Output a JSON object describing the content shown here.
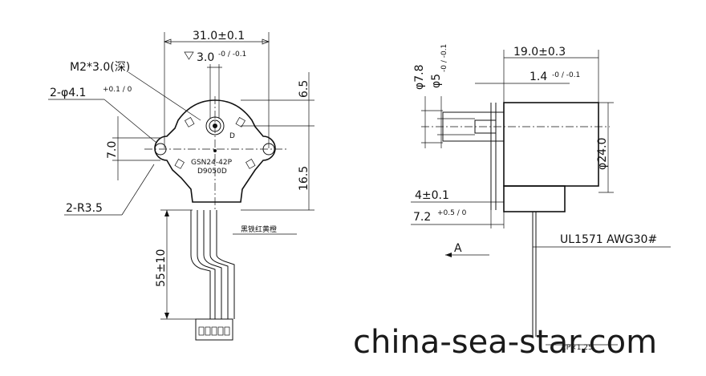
{
  "front_view": {
    "dim_width": "31.0±0.1",
    "dim_depth_main": "3.0",
    "dim_depth_tol": "-0 / -0.1",
    "label_thread": "M2*3.0(深)",
    "label_holes": "2-φ4.1",
    "label_holes_tol": "+0.1 / 0",
    "dim_hole_height": "7.0",
    "dim_top": "6.5",
    "dim_bottom": "16.5",
    "label_radius": "2-R3.5",
    "model_line1": "GSN24-42P",
    "model_line2": "D9050D",
    "dim_cable_length": "55±10",
    "cable_note": "黑铁红黄橙"
  },
  "side_view": {
    "dim_shaft_dia": "φ7.8",
    "dim_boss_dia": "φ5",
    "dim_boss_tol": "-0 / -0.1",
    "dim_length": "19.0±0.3",
    "dim_step_main": "1.4",
    "dim_step_tol": "-0 / -0.1",
    "dim_body_dia": "φ24.0",
    "dim_flange": "4±0.1",
    "dim_flange2_main": "7.2",
    "dim_flange2_tol": "+0.5 / 0",
    "label_view": "A",
    "label_wire": "UL1571 AWG30#",
    "label_bottom": "2P×1.25"
  },
  "watermark": "china-sea-star.com"
}
